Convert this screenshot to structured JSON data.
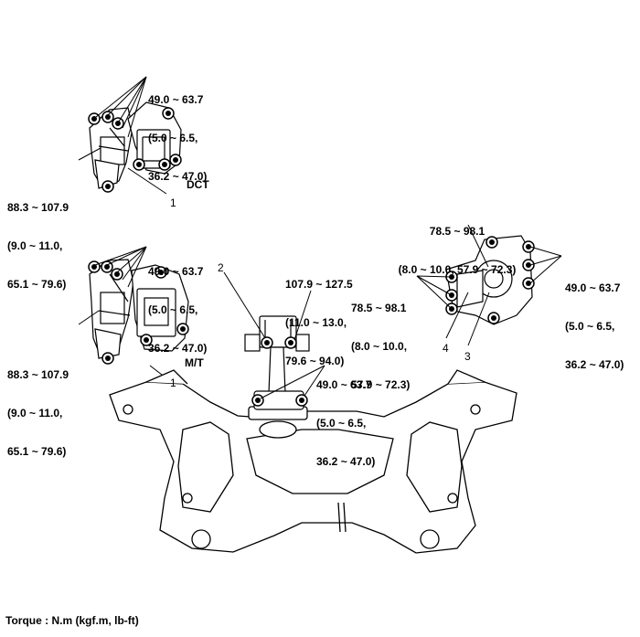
{
  "torque_labels": {
    "dct_top": [
      "49.0 ~ 63.7",
      "(5.0 ~ 6.5,",
      "36.2 ~ 47.0)"
    ],
    "dct_left": [
      "88.3 ~ 107.9",
      "(9.0 ~ 11.0,",
      "65.1 ~ 79.6)"
    ],
    "mt_top": [
      "49.0 ~ 63.7",
      "(5.0 ~ 6.5,",
      "36.2 ~ 47.0)"
    ],
    "mt_left": [
      "88.3 ~ 107.9",
      "(9.0 ~ 11.0,",
      "65.1 ~ 79.6)"
    ],
    "rod_top": [
      "107.9 ~ 127.5",
      "(11.0 ~ 13.0,",
      "79.6 ~ 94.0)"
    ],
    "rod_bottom": [
      "49.0 ~ 63.7",
      "(5.0 ~ 6.5,",
      "36.2 ~ 47.0)"
    ],
    "right_top": [
      "78.5 ~ 98.1",
      "(8.0 ~ 10.0, 57.9 ~ 72.3)"
    ],
    "right_left": [
      "78.5 ~ 98.1",
      "(8.0 ~ 10.0,",
      "57.9 ~ 72.3)"
    ],
    "right_side": [
      "49.0 ~ 63.7",
      "(5.0 ~ 6.5,",
      "36.2 ~ 47.0)"
    ]
  },
  "captions": {
    "dct": "DCT",
    "mt": "M/T"
  },
  "callouts": {
    "dct_1": "1",
    "mt_1": "1",
    "rod_2": "2",
    "right_4": "4",
    "right_3": "3"
  },
  "footer": {
    "torque_unit": "Torque : N.m (kgf.m, lb-ft)"
  }
}
